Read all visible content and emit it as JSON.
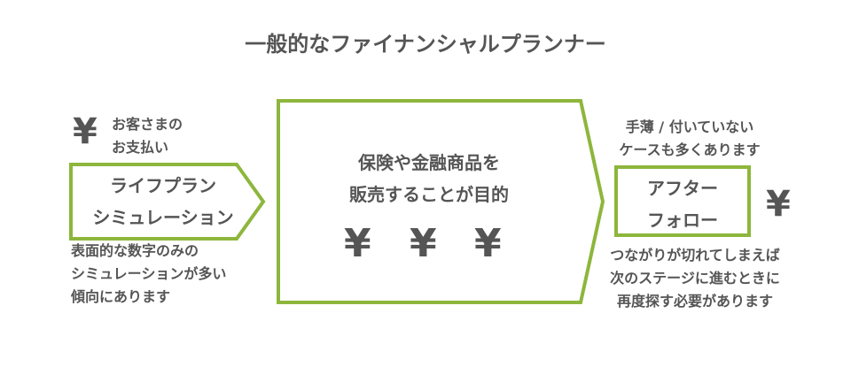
{
  "title": "一般的なファイナンシャルプランナー",
  "colors": {
    "accent": "#8db63c",
    "text": "#555555"
  },
  "left": {
    "payment_note": [
      "お客さまの",
      "お支払い"
    ],
    "box_label": [
      "ライフプラン",
      "シミュレーション"
    ],
    "bottom_note": [
      "表面的な数字のみの",
      "シミュレーションが多い",
      "傾向にあります"
    ],
    "currency": "¥"
  },
  "center": {
    "label": [
      "保険や金融商品を",
      "販売することが目的"
    ],
    "currency": [
      "¥",
      "¥",
      "¥"
    ]
  },
  "right": {
    "top_note": [
      "手薄 / 付いていない",
      "ケースも多くあります"
    ],
    "box_label": [
      "アフター",
      "フォロー"
    ],
    "bottom_note": [
      "つながりが切れてしまえば",
      "次のステージに進むときに",
      "再度探す必要があります"
    ],
    "currency": "¥"
  }
}
